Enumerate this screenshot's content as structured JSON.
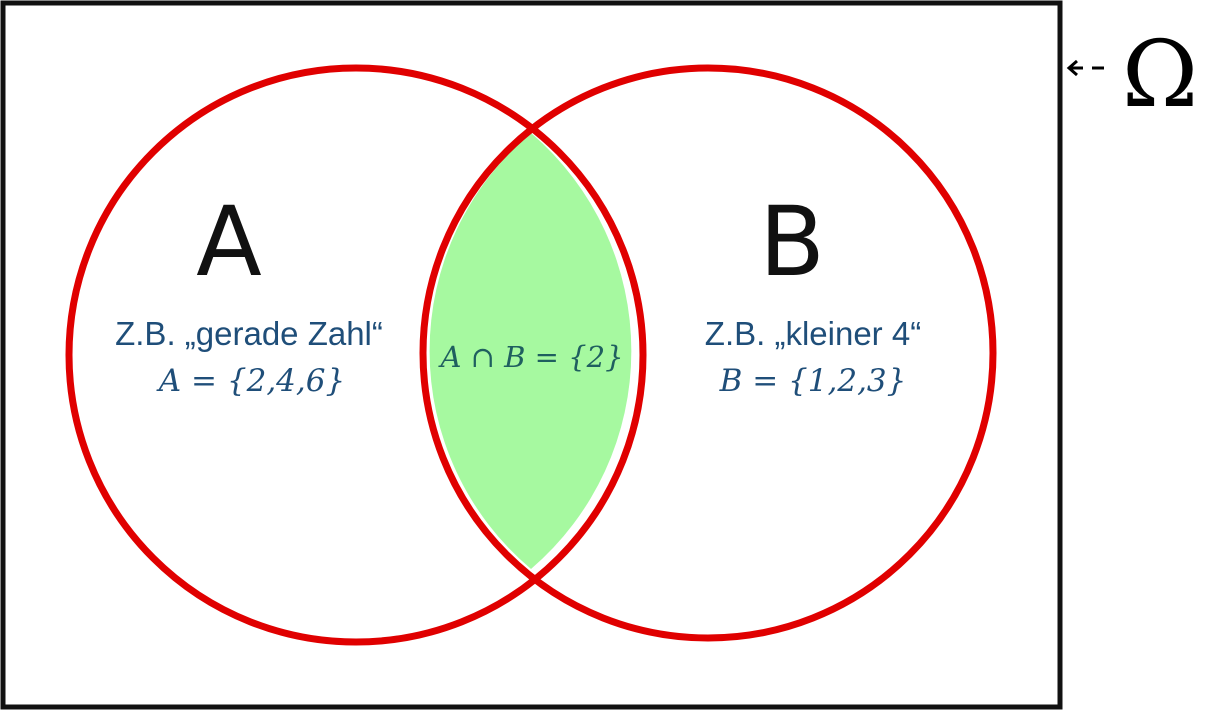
{
  "universe": {
    "symbol": "Ω",
    "arrow": "⇠-"
  },
  "set_a": {
    "label": "A",
    "description": "Z.B. „gerade Zahl“",
    "formula": "A = {2,4,6}"
  },
  "set_b": {
    "label": "B",
    "description": "Z.B. „kleiner 4“",
    "formula": "B = {1,2,3}"
  },
  "intersection": {
    "formula": "A ∩ B = {2}"
  },
  "colors": {
    "circle_stroke": "#e00000",
    "intersection_fill": "#a6f9a0",
    "text": "#1f4e79",
    "frame": "#111111"
  }
}
